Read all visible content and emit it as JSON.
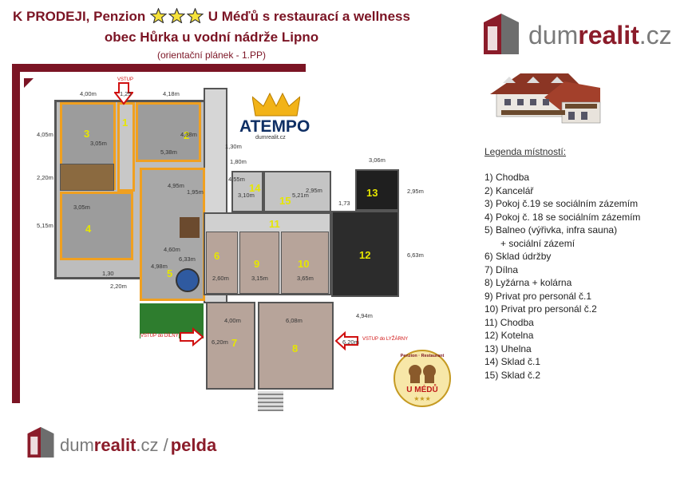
{
  "title": {
    "line1_prefix": "K PRODEJI, Penzion",
    "line1_suffix": "U Méďů s restaurací a wellness",
    "line2": "obec Hůrka u vodní nádrže Lipno",
    "line3": "(orientační plánek - 1.PP)"
  },
  "brand_top": {
    "prefix": "dum",
    "accent": "realit",
    "suffix": ".cz"
  },
  "brand_bottom": {
    "prefix": "dum",
    "accent": "realit",
    "suffix": ".cz /",
    "user": "pelda"
  },
  "legend_title": "Legenda místností:",
  "legend_items": [
    "1) Chodba",
    "2) Kancelář",
    "3) Pokoj č.19 se sociálním zázemím",
    "4) Pokoj č. 18 se sociálním zázemím",
    "5) Balneo (výřivka, infra sauna)",
    "+ sociální zázemí",
    "6) Sklad údržby",
    "7) Dílna",
    "8) Lyžárna + kolárna",
    "9) Privat pro personál č.1",
    "10) Privat pro personál č.2",
    "11) Chodba",
    "12) Kotelna",
    "13) Uhelna",
    "14) Sklad č.1",
    "15) Sklad č.2"
  ],
  "atempo_logo": {
    "text": "ATEMPO",
    "sub": "dumrealit.cz"
  },
  "restaurant_logo": {
    "top": "Penzion · Restaurant",
    "name": "U MÉDŮ",
    "stars": "★★★"
  },
  "plan": {
    "room_numbers": [
      "1",
      "2",
      "3",
      "4",
      "5",
      "6",
      "7",
      "8",
      "9",
      "10",
      "11",
      "12",
      "13",
      "14",
      "15"
    ],
    "entrances": {
      "top": "VSTUP",
      "workshop": "VSTUP do DÍLNY",
      "ski": "VSTUP do LYŽÁRNY"
    },
    "dimensions": [
      "4,00m",
      "1,25",
      "4,18m",
      "4,05m",
      "2,20m",
      "5,15m",
      "1,30",
      "2,20m",
      "4,95m",
      "1,95m",
      "1,80m",
      "1,30m",
      "4,55m",
      "3,10m",
      "5,21m",
      "2,95m",
      "3,06m",
      "2,95m",
      "6,63m",
      "4,94m",
      "4,00m",
      "6,08m",
      "6,20m",
      "6,20m",
      "2,60m",
      "3,15m",
      "3,65m",
      "4,60m",
      "6,33m",
      "4,98m",
      "3,05m",
      "4,38m",
      "5,38m",
      "1,73",
      "3,05m"
    ]
  },
  "colors": {
    "title": "#7b1424",
    "brand_accent": "#8b1c2a",
    "highlight": "#f0a020",
    "room_number": "#e6e600",
    "frame": "#7b1424"
  }
}
